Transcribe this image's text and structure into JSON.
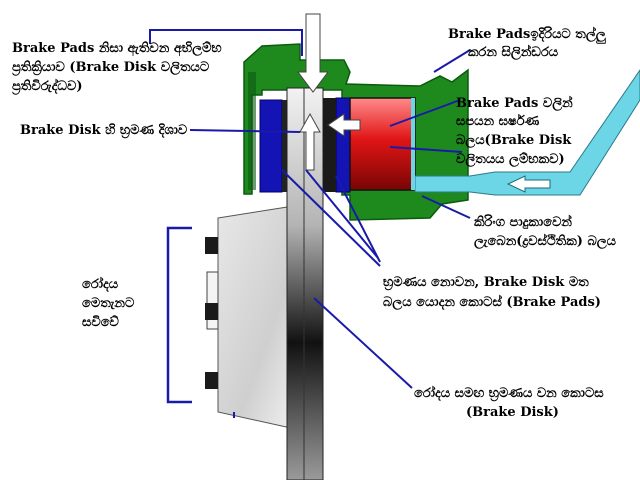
{
  "labels": {
    "reaction": [
      "Brake Pads නිසා ඇතිවන අභිලම්භ",
      "ප්‍රතික්‍රියාව (Brake Disk වලිතයට",
      "ප්‍රතිවිරුද්ධව)"
    ],
    "cylinder": [
      "Brake Padsඉදිරියට තල්ලු",
      "කරන සිලින්ඩරය"
    ],
    "friction": [
      "Brake Pads වලින්",
      "සපයන ඝර්ෂණ",
      "බලය(Brake Disk",
      "වලිතයය ලම්භකව)"
    ],
    "rotation": [
      "Brake Disk හි භ්‍රමණ දිශාව"
    ],
    "hydraulic": [
      "කිරිංග පාදුකාවෙන්",
      "ලැබෙන(ද්‍රවස්ථිතික) බලය"
    ],
    "hub": [
      "රෝදය",
      "මෙතැනට",
      "සවිවේ"
    ],
    "pads": [
      "භ්‍රමණය නොවන, Brake Disk මත",
      "බලය යොදන කොටස් (Brake Pads)"
    ],
    "disk": [
      "රෝදය සමඟ භ්‍රමණය වන කොටස",
      "(Brake Disk)"
    ]
  },
  "colors": {
    "caliper": "#1e8a1e",
    "caliper_dark": "#0b5a10",
    "piston": "#dd1111",
    "pad": "#1414b4",
    "hydraulic_line": "#6cd6e6",
    "arrow_line": "#1a1aaa",
    "disk": "#8a8a8a",
    "hub": "#d2d2d2"
  }
}
